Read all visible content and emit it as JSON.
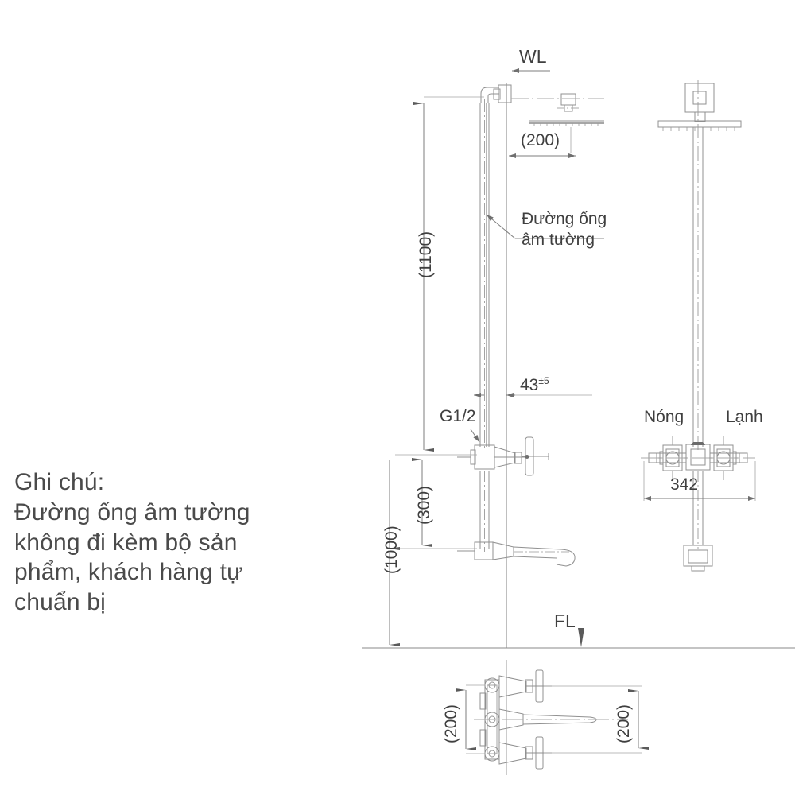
{
  "drawing": {
    "title": "Ban ve lap dat sen tam",
    "type": "technical-installation-drawing",
    "line_color": "#8c8c8c",
    "text_color": "#3f3f3f",
    "background": "#ffffff"
  },
  "note": {
    "heading": "Ghi chú:",
    "lines": [
      "Đường ống âm tường",
      "không đi kèm bộ sản",
      "phẩm, khách hàng tự",
      "chuẩn bị"
    ],
    "full_text": "Ghi chú: Đường ống âm tường không đi kèm bộ sản phẩm, khách hàng tự chuẩn bị"
  },
  "labels": {
    "wl": "WL",
    "fl": "FL",
    "pipe_callout_line1": "Đường ống",
    "pipe_callout_line2": "âm tường",
    "thread": "G1/2",
    "hot": "Nóng",
    "cold": "Lạnh"
  },
  "dimensions": {
    "shower_arm_projection": "(200)",
    "riser_height": "(1100)",
    "spout_to_mixer": "(300)",
    "spout_height": "(1000)",
    "pipe_offset_value": "43",
    "pipe_offset_tolerance": "±5",
    "handle_spread": "342",
    "plan_left": "(200)",
    "plan_right": "(200)"
  }
}
